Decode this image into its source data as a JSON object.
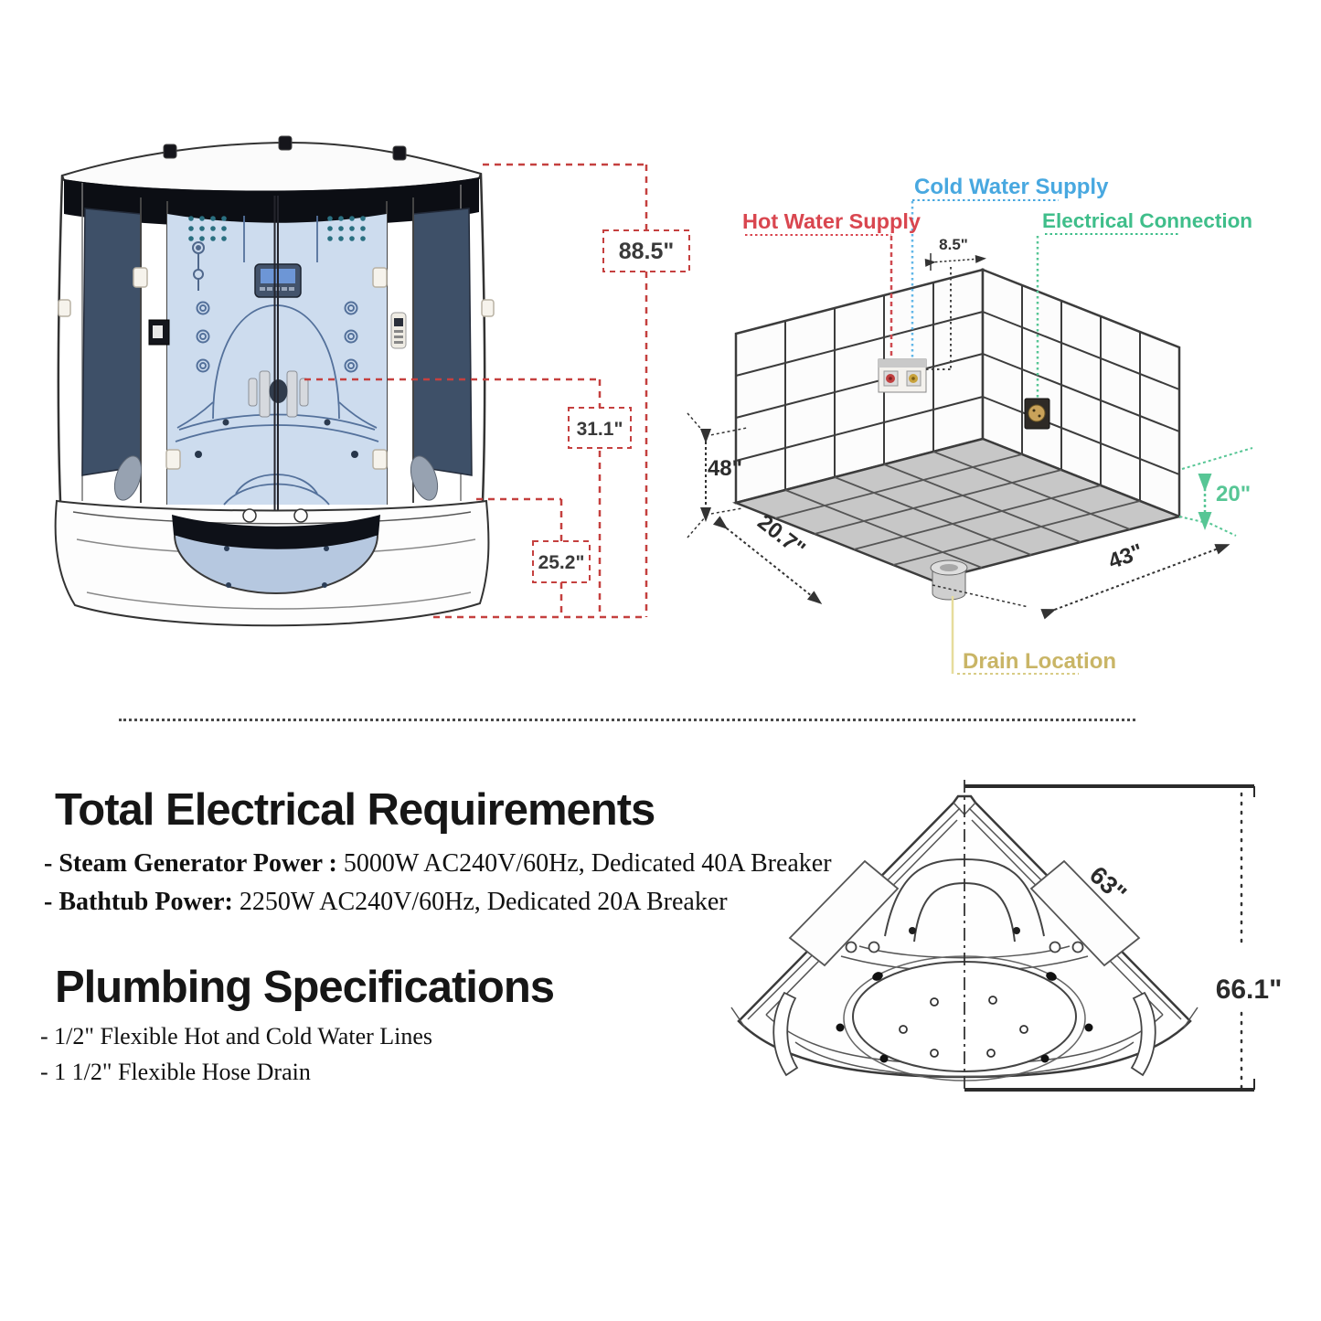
{
  "shower_view": {
    "dim_height": "88.5\"",
    "dim_seat": "31.1\"",
    "dim_tub": "25.2\""
  },
  "install_view": {
    "labels": {
      "hot": "Hot Water Supply",
      "cold": "Cold Water Supply",
      "electrical": "Electrical Connection",
      "drain": "Drain Location"
    },
    "colors": {
      "hot": "#d9464f",
      "cold": "#48a8e0",
      "electrical": "#3fbe8a",
      "drain": "#c9b566",
      "dimension_red": "#c5403f",
      "dimension_black": "#333333",
      "dimension_green": "#57c695"
    },
    "dims": {
      "supply_offset": "8.5\"",
      "supply_height": "48\"",
      "side_left": "20.7\"",
      "side_right": "43\"",
      "outlet_height": "20\""
    }
  },
  "specs": {
    "electrical_heading": "Total Electrical Requirements",
    "items": [
      {
        "label": "- Steam Generator Power :",
        "value": " 5000W AC240V/60Hz, Dedicated 40A Breaker"
      },
      {
        "label": "- Bathtub Power:",
        "value": " 2250W AC240V/60Hz, Dedicated 20A Breaker"
      }
    ],
    "plumbing_heading": "Plumbing Specifications",
    "plumbing_items": [
      "- 1/2\" Flexible Hot and Cold Water Lines",
      "- 1 1/2\" Flexible Hose Drain"
    ]
  },
  "tub_view": {
    "dims": {
      "side": "63\"",
      "overall": "66.1\""
    }
  }
}
